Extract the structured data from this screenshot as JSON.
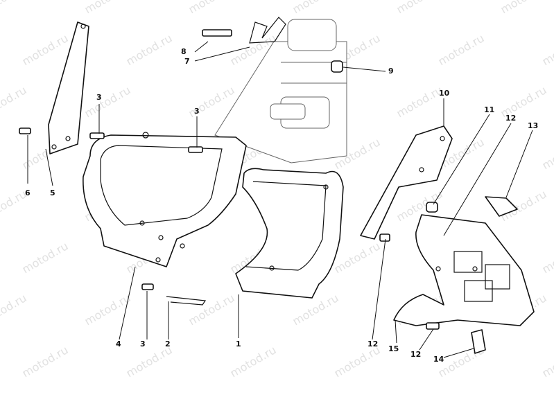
{
  "watermark": "motod.ru",
  "callouts": [
    {
      "id": "c1",
      "label": "1"
    },
    {
      "id": "c2",
      "label": "2"
    },
    {
      "id": "c3a",
      "label": "3"
    },
    {
      "id": "c3b",
      "label": "3"
    },
    {
      "id": "c3c",
      "label": "3"
    },
    {
      "id": "c4",
      "label": "4"
    },
    {
      "id": "c5",
      "label": "5"
    },
    {
      "id": "c6",
      "label": "6"
    },
    {
      "id": "c7",
      "label": "7"
    },
    {
      "id": "c8",
      "label": "8"
    },
    {
      "id": "c9",
      "label": "9"
    },
    {
      "id": "c10",
      "label": "10"
    },
    {
      "id": "c11",
      "label": "11"
    },
    {
      "id": "c12a",
      "label": "12"
    },
    {
      "id": "c12b",
      "label": "12"
    },
    {
      "id": "c12c",
      "label": "12"
    },
    {
      "id": "c13",
      "label": "13"
    },
    {
      "id": "c14",
      "label": "14"
    },
    {
      "id": "c15",
      "label": "15"
    }
  ]
}
